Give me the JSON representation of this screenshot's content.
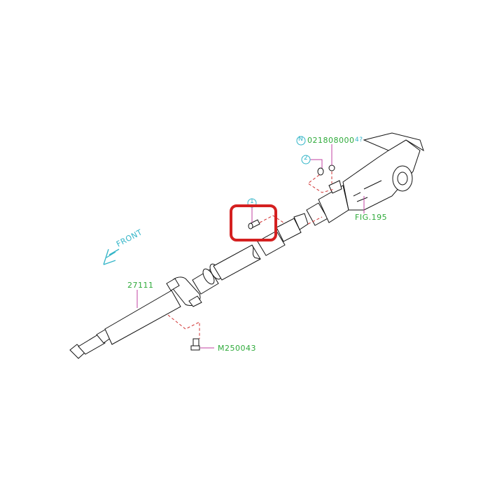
{
  "diagram": {
    "type": "exploded parts diagram - rear propeller shaft",
    "labels": {
      "part_27111": "27111",
      "part_m250043": "M250043",
      "part_021808000": "021808000",
      "part_021808000_suffix": "4?",
      "fig_ref": "FIG.195",
      "front": "FRONT",
      "callout_n": "N",
      "callout_1": "1",
      "callout_2": "2"
    },
    "colors": {
      "part_number": "#2eaa3a",
      "callout": "#33b5c8",
      "leader": "#c040a0",
      "dashed": "#d03030",
      "highlight_box": "#d42020",
      "lines": "#111111"
    }
  }
}
